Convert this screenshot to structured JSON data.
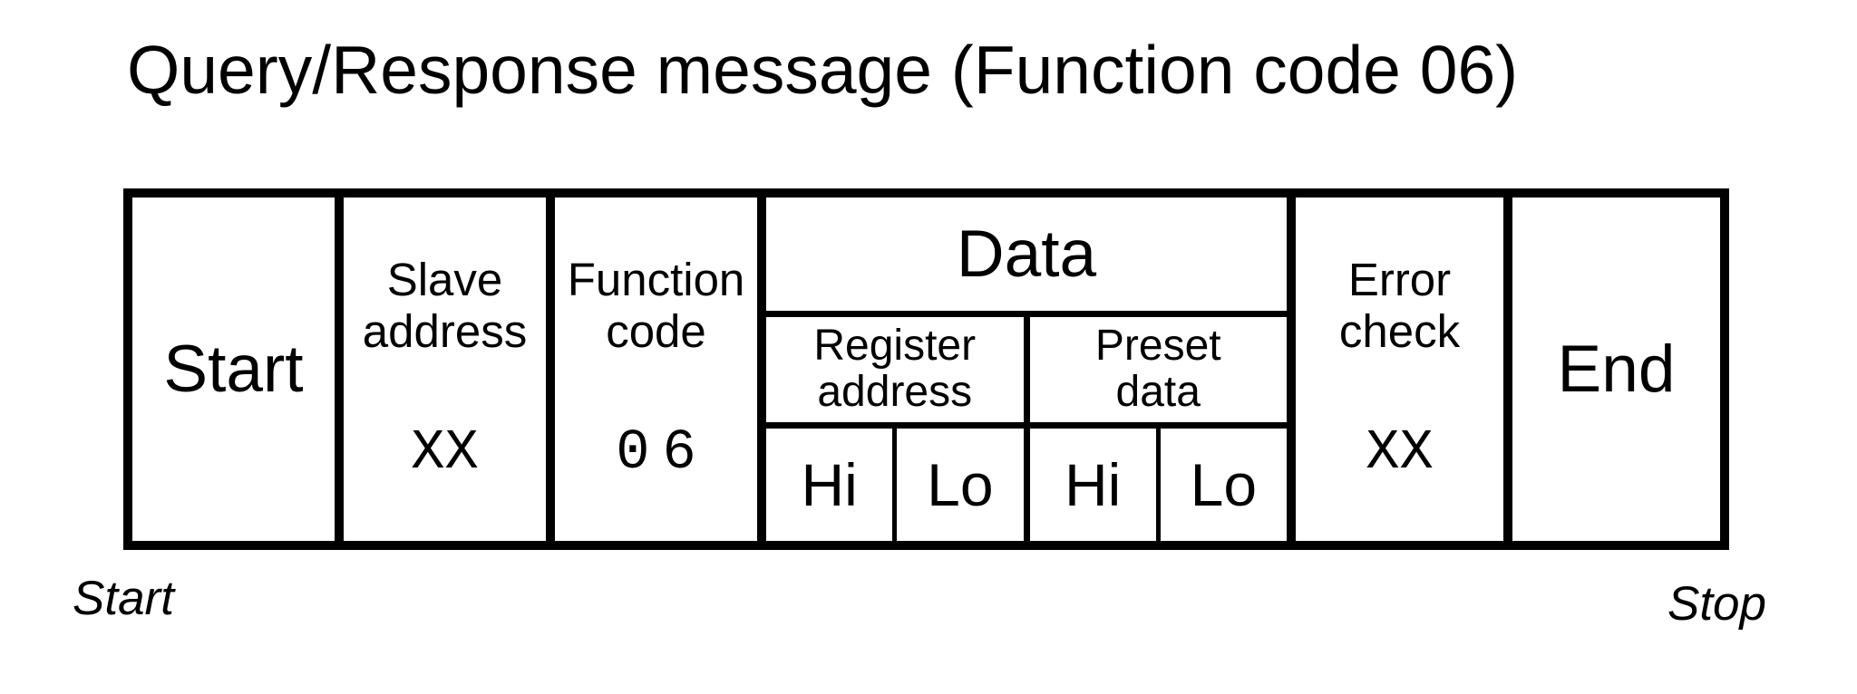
{
  "title": "Query/Response message (Function code 06)",
  "frame": {
    "start": {
      "label": "Start"
    },
    "slave_address": {
      "line1": "Slave",
      "line2": "address",
      "value": "XX"
    },
    "function_code": {
      "line1": "Function",
      "line2": "code",
      "value": "06"
    },
    "data": {
      "label": "Data",
      "register_address": {
        "line1": "Register",
        "line2": "address",
        "hi": "Hi",
        "lo": "Lo"
      },
      "preset_data": {
        "line1": "Preset",
        "line2": "data",
        "hi": "Hi",
        "lo": "Lo"
      }
    },
    "error_check": {
      "line1": "Error",
      "line2": "check",
      "value": "XX"
    },
    "end": {
      "label": "End"
    }
  },
  "footer": {
    "start": "Start",
    "stop": "Stop"
  },
  "colors": {
    "ink": "#000000",
    "background": "#ffffff"
  }
}
